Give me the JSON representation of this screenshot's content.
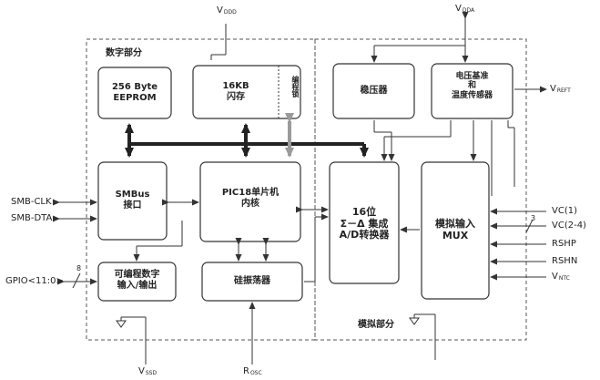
{
  "sections": {
    "digital": "数字部分",
    "analog": "模拟部分"
  },
  "blocks": {
    "eeprom": [
      "256 Byte",
      "EEPROM"
    ],
    "flash": [
      "16KB",
      "闪存"
    ],
    "flash_side": "编程锁",
    "smbus": [
      "SMBus",
      "接口"
    ],
    "cpu": [
      "PIC18单片机",
      "内核"
    ],
    "regulator": "稳压器",
    "vref": [
      "电压基准",
      "和",
      "温度传感器"
    ],
    "adc": [
      "16位",
      "Σ－Δ 集成",
      "A/D转换器"
    ],
    "mux": [
      "模拟输入",
      "MUX"
    ],
    "gpio_block": [
      "可编程数字",
      "输入/输出"
    ],
    "osc": "硅振荡器"
  },
  "signals": {
    "vddd": "V",
    "vddd_sub": "DDD",
    "vdda": "V",
    "vdda_sub": "DDA",
    "vref_out": "V",
    "vref_out_sub": "REFT",
    "vss": "V",
    "vss_sub": "SSD",
    "rosc": "R",
    "rosc_sub": "OSC",
    "smb_clk": "SMB-CLK",
    "smb_dta": "SMB-DTA",
    "gpio": "GPIO<11:0>",
    "gpio_bus": "8",
    "vc1": "VC(1)",
    "vc24": "VC(2-4)",
    "vc_bus": "3",
    "rshp": "RSHP",
    "rshn": "RSHN",
    "vntc": "V",
    "vntc_sub": "NTC"
  }
}
